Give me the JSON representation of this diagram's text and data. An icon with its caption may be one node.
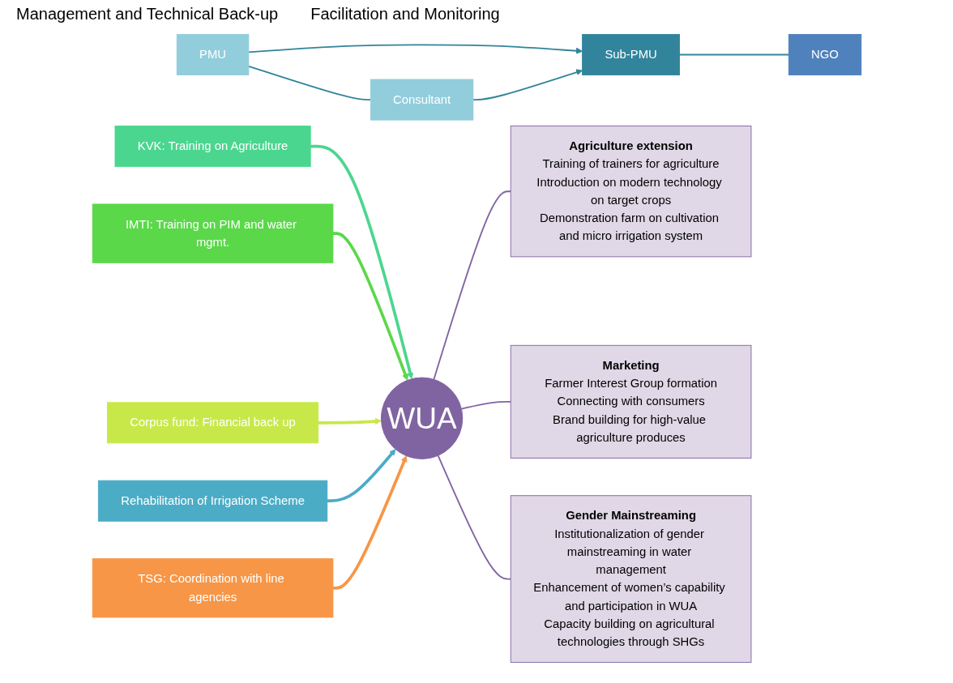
{
  "diagram": {
    "nodes": [
      {
        "text": [
          "PMU"
        ]
      },
      {
        "text": [
          "Consultant"
        ]
      },
      {
        "text": [
          "Sub-PMU"
        ]
      },
      {
        "text": [
          "NGO"
        ]
      },
      {
        "text": [
          "KVK: Training on Agriculture"
        ]
      },
      {
        "text": [
          "IMTI: Training on PIM and water mgmt."
        ]
      },
      {
        "text": [
          "Corpus fund: Financial back up"
        ]
      },
      {
        "text": [
          "Rehabilitation of Irrigation Scheme"
        ]
      },
      {
        "text": [
          "WUA"
        ]
      },
      {
        "text": [
          "TSG: Coordination with line agencies"
        ]
      },
      {
        "text": [
          "Agriculture extension",
          "Training of trainers for agriculture",
          "Introduction on modern technology on target crops",
          "Demonstration farm on cultivation and micro irrigation system"
        ]
      },
      {
        "text": [
          "Marketing",
          "Farmer Interest Group formation",
          "Connecting with consumers",
          "Brand building for high-value agriculture produces"
        ]
      },
      {
        "text": [
          "Gender Mainstreaming",
          "Institutionalization of gender mainstreaming in water management",
          "Enhancement of women’s capability and participation in WUA",
          "Capacity building on agricultural technologies through SHGs"
        ]
      }
    ],
    "edges": [
      {
        "from": 0,
        "to": 1,
        "arrow": "none",
        "color": "#31849b"
      },
      {
        "from": 0,
        "to": 2,
        "arrow": "to",
        "color": "#31849b"
      },
      {
        "from": 1,
        "to": 2,
        "arrow": "to",
        "color": "#31849b"
      },
      {
        "from": 2,
        "to": 3,
        "arrow": "none",
        "color": "#31849b"
      },
      {
        "from": 4,
        "to": 8,
        "arrow": "to",
        "style": "thick",
        "color": "#4bd68f"
      },
      {
        "from": 5,
        "to": 8,
        "arrow": "to",
        "style": "thick",
        "color": "#5ad84a"
      },
      {
        "from": 6,
        "to": 8,
        "arrow": "to",
        "style": "thick",
        "color": "#c8e84a"
      },
      {
        "from": 7,
        "to": 8,
        "arrow": "to",
        "style": "thick",
        "color": "#4bacc6"
      },
      {
        "from": 9,
        "to": 8,
        "arrow": "to",
        "style": "thick",
        "color": "#f79646"
      },
      {
        "from": 8,
        "to": 10,
        "arrow": "none",
        "color": "#8064a2"
      },
      {
        "from": 8,
        "to": 11,
        "arrow": "none",
        "color": "#8064a2"
      },
      {
        "from": 8,
        "to": 12,
        "arrow": "none",
        "color": "#8064a2"
      }
    ],
    "labels": [
      "Management and Technical Back-up",
      "Facilitation and Monitoring"
    ]
  }
}
